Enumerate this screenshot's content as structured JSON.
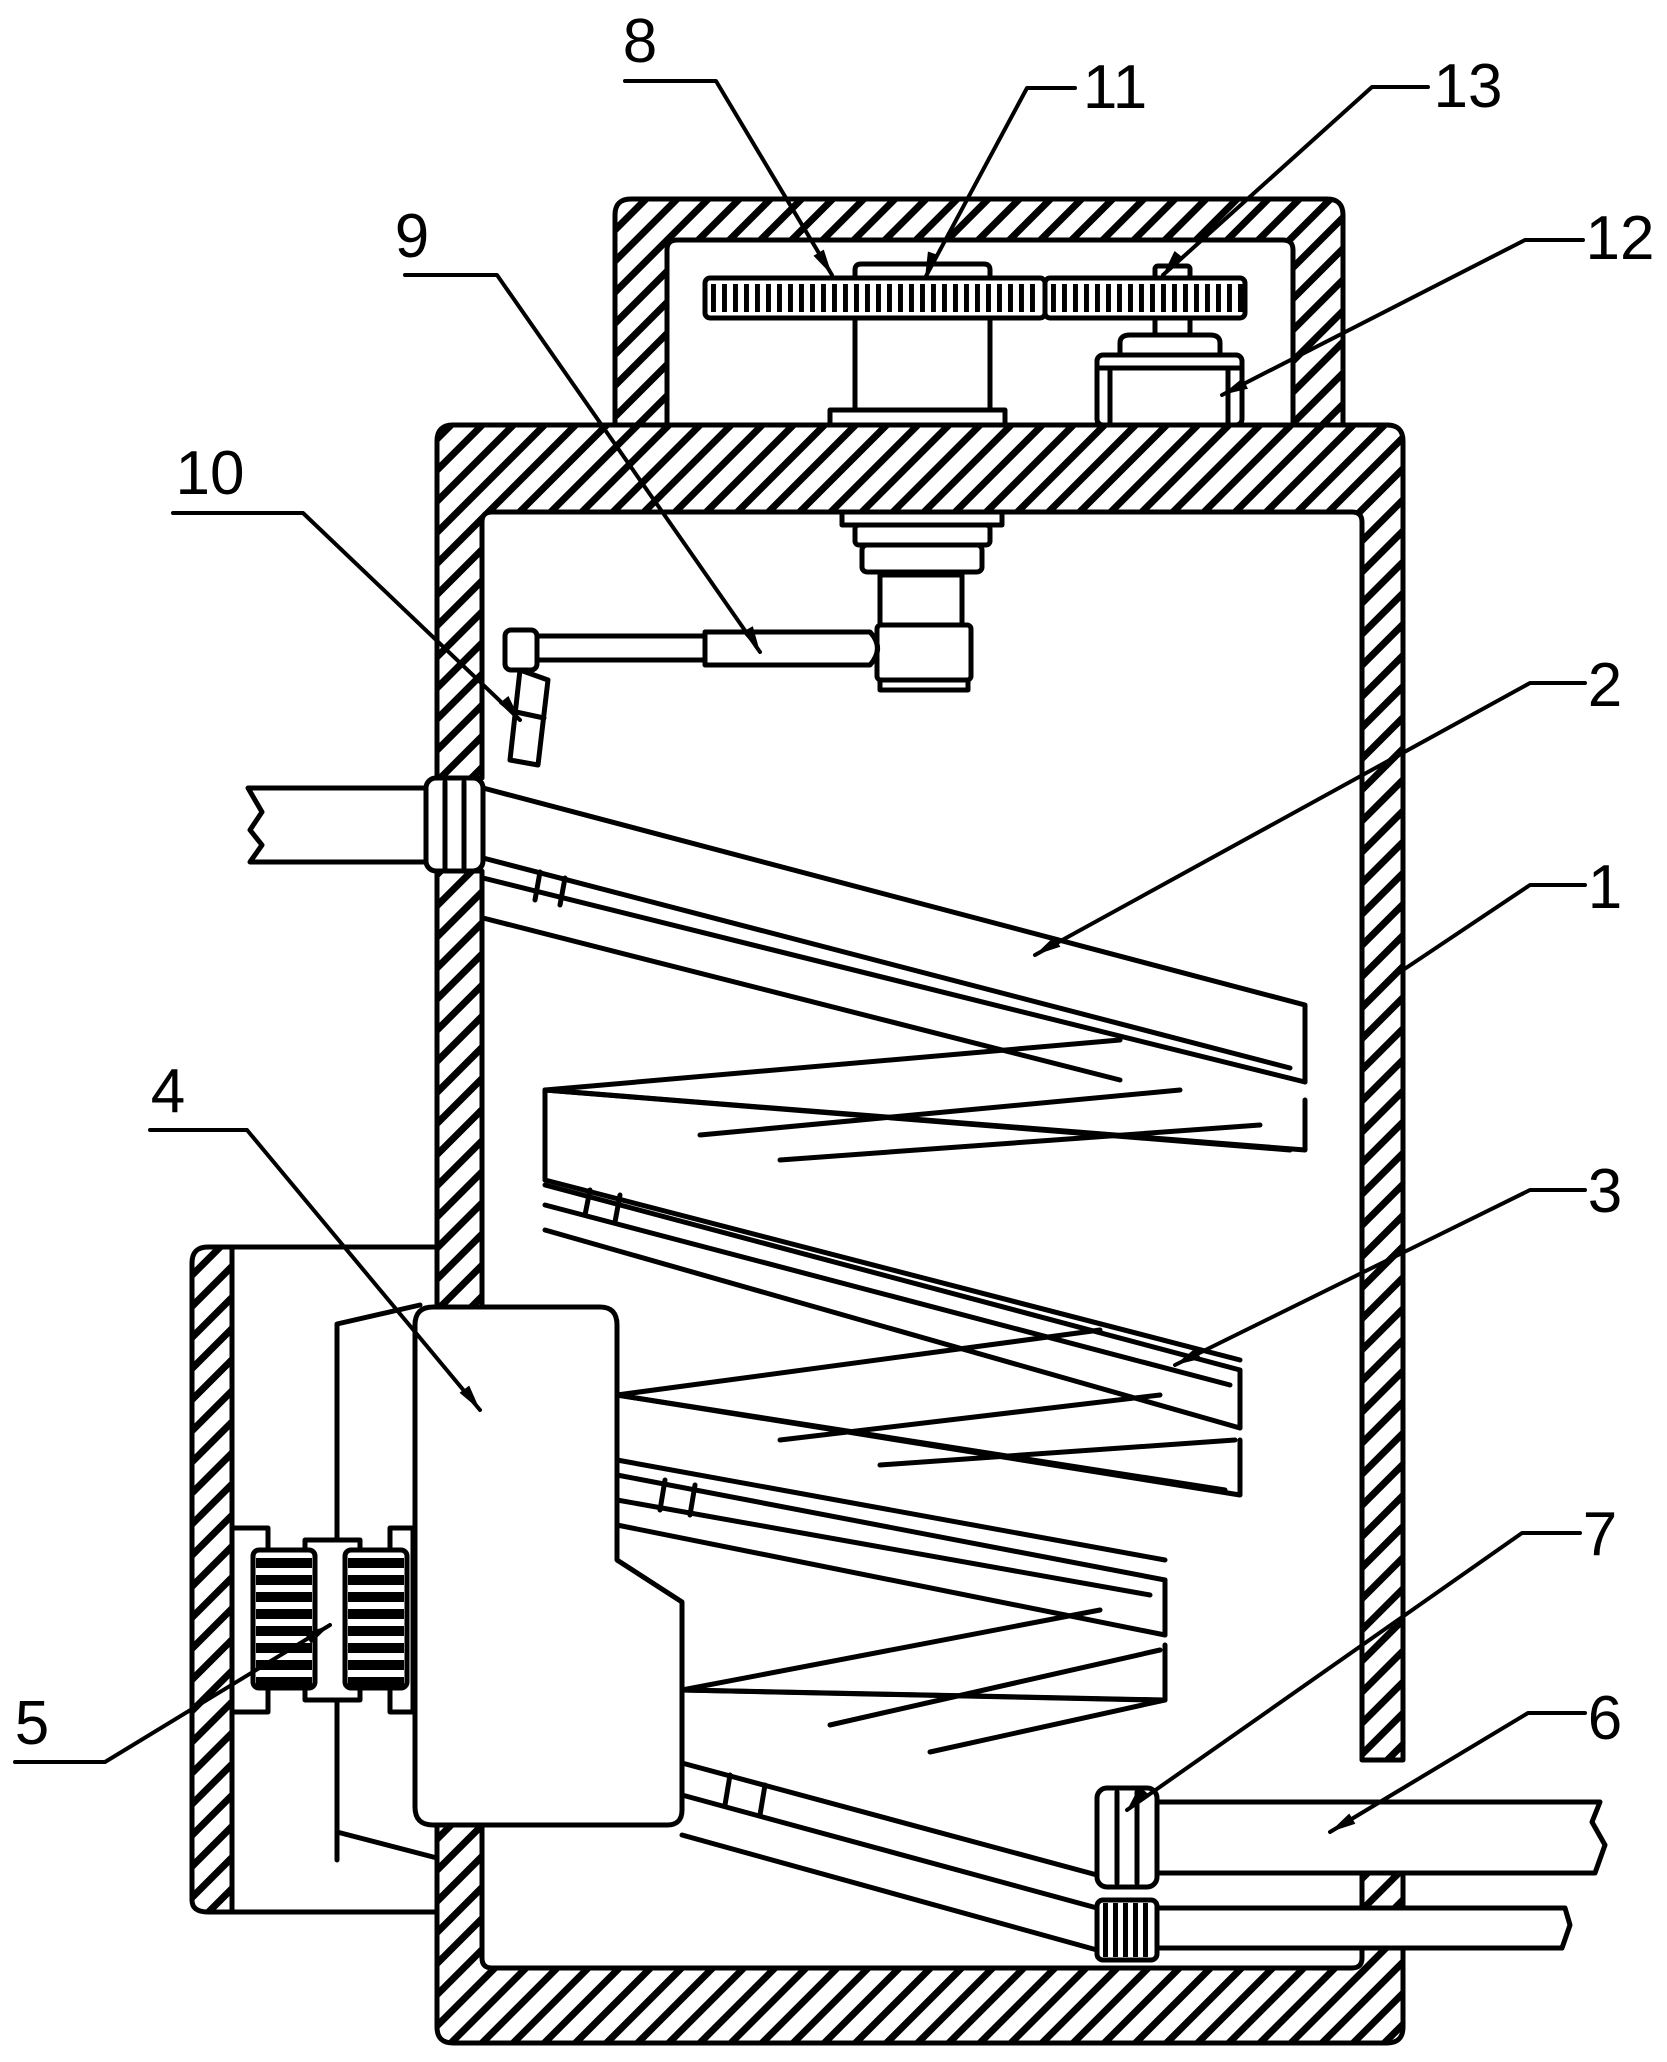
{
  "figure": {
    "type": "patent cross-section drawing",
    "line_color": "#000000",
    "background_color": "#ffffff",
    "callouts": [
      {
        "id": "1",
        "text": "1",
        "part": "main housing"
      },
      {
        "id": "2",
        "text": "2",
        "part": "upper helical band"
      },
      {
        "id": "3",
        "text": "3",
        "part": "lower helical band"
      },
      {
        "id": "4",
        "text": "4",
        "part": "side block"
      },
      {
        "id": "5",
        "text": "5",
        "part": "roller pair"
      },
      {
        "id": "6",
        "text": "6",
        "part": "outlet pipe"
      },
      {
        "id": "7",
        "text": "7",
        "part": "pipe coupling"
      },
      {
        "id": "8",
        "text": "8",
        "part": "bearing post"
      },
      {
        "id": "9",
        "text": "9",
        "part": "rotating arm"
      },
      {
        "id": "10",
        "text": "10",
        "part": "nozzle"
      },
      {
        "id": "11",
        "text": "11",
        "part": "large gear"
      },
      {
        "id": "12",
        "text": "12",
        "part": "motor"
      },
      {
        "id": "13",
        "text": "13",
        "part": "small gear"
      }
    ]
  }
}
